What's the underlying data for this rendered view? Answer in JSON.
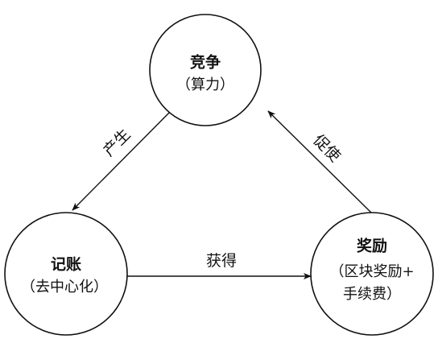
{
  "nodes": {
    "compete": {
      "title": "竞争",
      "sub": "（算力）"
    },
    "bookkeeping": {
      "title": "记账",
      "sub": "（去中心化）"
    },
    "reward": {
      "title": "奖励",
      "sub_line1": "（区块奖励+",
      "sub_line2": "手续费）"
    }
  },
  "edges": {
    "compete_to_bookkeeping": "产生",
    "bookkeeping_to_reward": "获得",
    "reward_to_compete": "促使"
  },
  "colors": {
    "stroke": "#111111",
    "background": "#ffffff"
  }
}
